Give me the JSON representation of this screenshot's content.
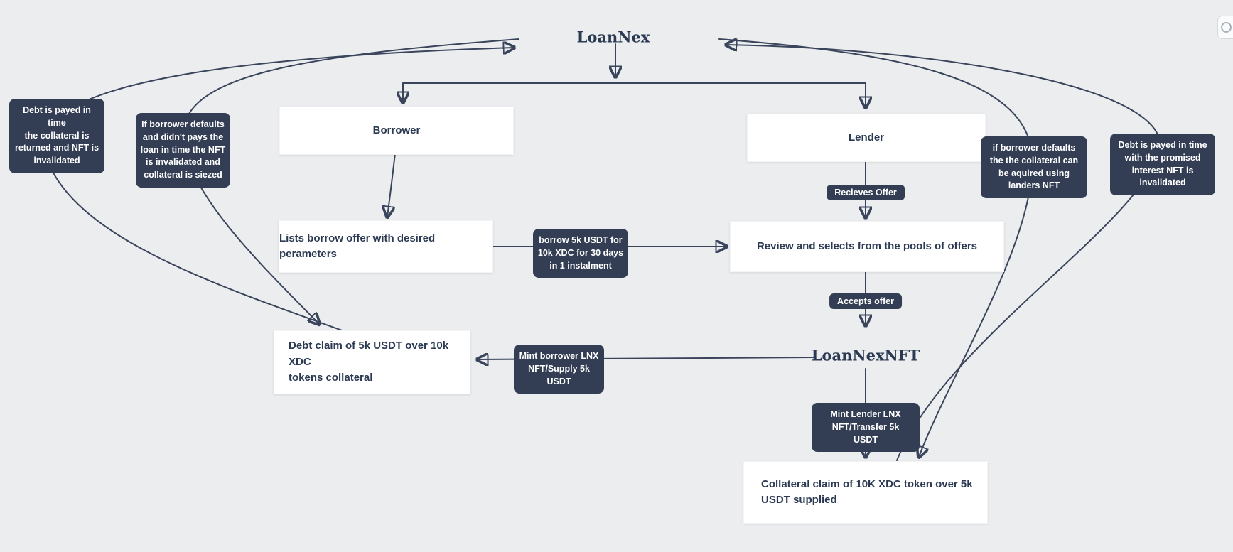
{
  "diagram": {
    "titles": {
      "main": "LoanNex",
      "nft": "LoanNexNFT"
    },
    "nodes": {
      "borrower": "Borrower",
      "lender": "Lender",
      "lists_offer": "Lists borrow offer with desired perameters",
      "review_offers": "Review and selects from the pools of offers",
      "debt_claim": "Debt claim of 5k USDT over 10k XDC\ntokens collateral",
      "collateral_claim": "Collateral claim of 10K XDC token over 5k\nUSDT supplied"
    },
    "edge_labels": {
      "recieves_offer": "Recieves Offer",
      "accepts_offer": "Accepts offer",
      "borrow_terms": "borrow 5k USDT for\n10k XDC for 30 days\nin 1 instalment",
      "mint_borrower": "Mint borrower LNX\nNFT/Supply 5k USDT",
      "mint_lender": "Mint Lender LNX\nNFT/Transfer 5k\nUSDT",
      "debt_paid_left": "Debt is payed in time\nthe collateral is\nreturned and NFT is\ninvalidated",
      "borrower_defaults_left": "If borrower defaults\nand didn't pays the\nloan in time the NFT\nis invalidated and\ncollateral is siezed",
      "borrower_defaults_right": "if borrower defaults\nthe the collateral can\nbe aquired using\nlanders NFT",
      "debt_paid_right": "Debt is payed in time\nwith the promised\ninterest NFT is\ninvalidated"
    },
    "colors": {
      "background": "#ebedef",
      "node_background": "#ffffff",
      "node_text": "#2b3a52",
      "label_background": "#333e55",
      "label_text": "#ffffff",
      "line": "#3a455c"
    }
  },
  "controls": {
    "corner_button_icon": "circle-icon"
  }
}
